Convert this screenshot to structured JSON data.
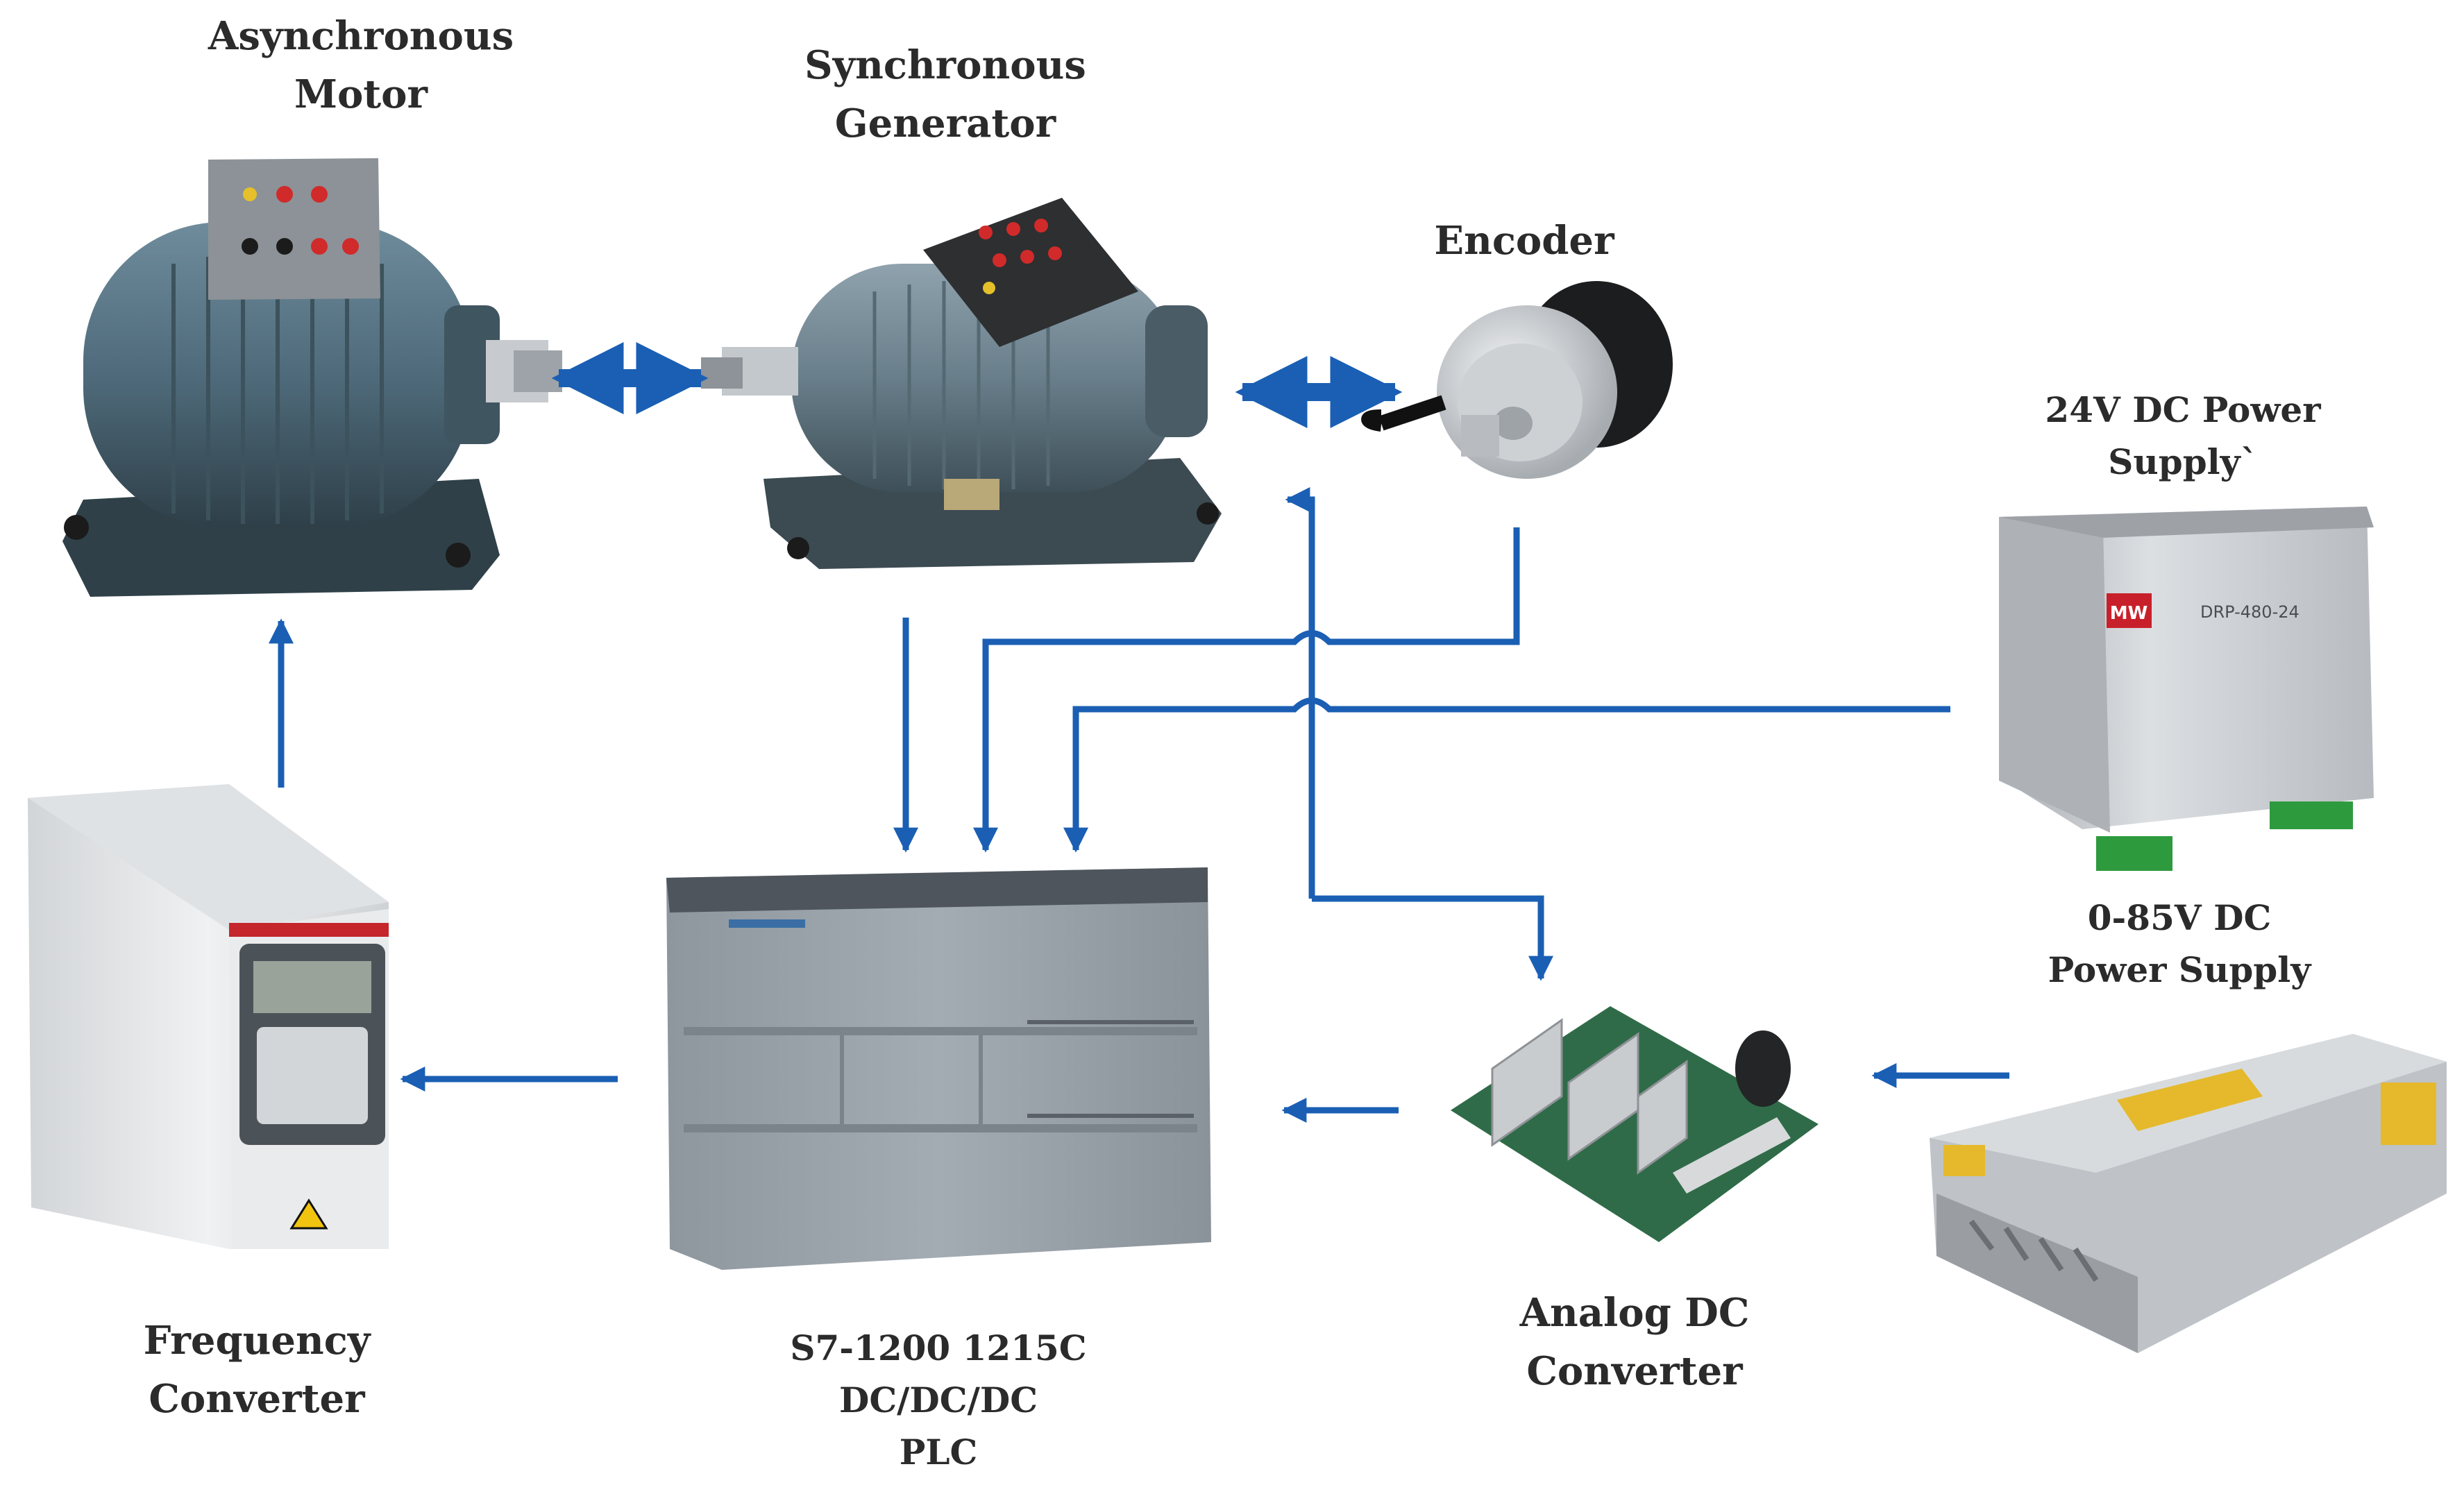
{
  "colors": {
    "arrow": "#1a5fb4",
    "motor_body": "#4f6b7b",
    "motor_dark": "#33464f",
    "panel": "#8c9297",
    "plc_body": "#9aa2aa",
    "vfd_body": "#e4e6e8",
    "board": "#2f6b48",
    "psu_metal": "#c8cbcf",
    "psu_label_red": "#c8202b",
    "terminal_green": "#2e9a3e",
    "yellow": "#e5b92b"
  },
  "labels": {
    "async_motor": [
      "Asynchronous",
      "Motor"
    ],
    "sync_generator": [
      "Synchronous",
      "Generator"
    ],
    "encoder": [
      "Encoder"
    ],
    "psu_24v": [
      "24V DC Power",
      "Supply`"
    ],
    "psu_0_85v": [
      "0-85V DC",
      "Power Supply"
    ],
    "frequency_converter": [
      "Frequency",
      "Converter"
    ],
    "plc": [
      "S7-1200 1215C",
      "DC/DC/DC",
      "PLC"
    ],
    "analog_dc_converter": [
      "Analog DC",
      "Converter"
    ]
  },
  "device_markings": {
    "psu_24v_brand": "MW",
    "psu_24v_model": "DRP-480-24"
  },
  "icons": {
    "async_motor": "induction-motor-photo",
    "sync_generator": "generator-photo",
    "encoder": "rotary-encoder-photo",
    "psu_24v": "din-rail-psu-photo",
    "psu_0_85v": "enclosed-psu-photo",
    "frequency_converter": "vfd-drive-photo",
    "plc": "siemens-plc-photo",
    "analog_dc_converter": "pwm-board-photo"
  }
}
